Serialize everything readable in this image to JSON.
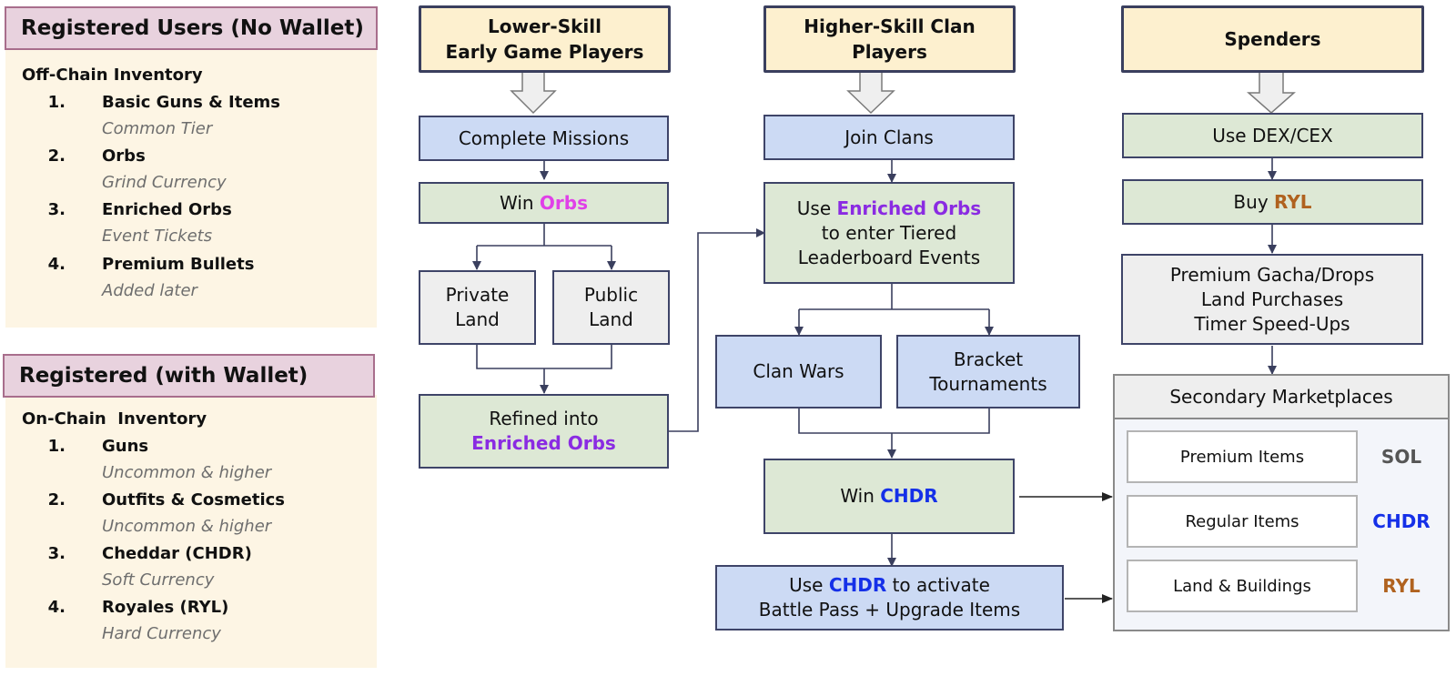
{
  "left_panels": [
    {
      "title": "Registered Users (No Wallet)",
      "section": "Off-Chain Inventory",
      "items": [
        {
          "num": "1.",
          "name": "Basic Guns & Items",
          "sub": "Common Tier"
        },
        {
          "num": "2.",
          "name": "Orbs",
          "sub": "Grind Currency"
        },
        {
          "num": "3.",
          "name": "Enriched Orbs",
          "sub": "Event Tickets"
        },
        {
          "num": "4.",
          "name": "Premium Bullets",
          "sub": "Added later"
        }
      ]
    },
    {
      "title": "Registered (with Wallet)",
      "section": "On-Chain  Inventory",
      "items": [
        {
          "num": "1.",
          "name": "Guns",
          "sub": "Uncommon & higher"
        },
        {
          "num": "2.",
          "name": "Outfits & Cosmetics",
          "sub": "Uncommon & higher"
        },
        {
          "num": "3.",
          "name": "Cheddar (CHDR)",
          "sub": "Soft Currency"
        },
        {
          "num": "4.",
          "name": "Royales (RYL)",
          "sub": "Hard Currency"
        }
      ]
    }
  ],
  "colors": {
    "orbs": "#e040e8",
    "enriched_orbs": "#8a2be2",
    "chdr": "#1530e8",
    "ryl": "#b0621f",
    "sol": "#555555"
  },
  "col1": {
    "header": [
      "Lower-Skill",
      "Early Game Players"
    ],
    "complete_missions": "Complete Missions",
    "win_orbs": {
      "pre": "Win ",
      "hl": "Orbs"
    },
    "private_land": [
      "Private",
      "Land"
    ],
    "public_land": [
      "Public",
      "Land"
    ],
    "refined": {
      "pre": "Refined into",
      "hl": "Enriched Orbs"
    }
  },
  "col2": {
    "header": [
      "Higher-Skill Clan",
      "Players"
    ],
    "join_clans": "Join Clans",
    "use_enriched": {
      "pre": "Use ",
      "hl": "Enriched Orbs",
      "line2": "to enter Tiered",
      "line3": "Leaderboard Events"
    },
    "clan_wars": "Clan Wars",
    "bracket": [
      "Bracket",
      "Tournaments"
    ],
    "win_chdr": {
      "pre": "Win ",
      "hl": "CHDR"
    },
    "use_chdr": {
      "pre": "Use ",
      "hl": "CHDR",
      "post": " to activate",
      "line2": "Battle Pass + Upgrade Items"
    }
  },
  "col3": {
    "header": "Spenders",
    "dex": "Use DEX/CEX",
    "buy_ryl": {
      "pre": "Buy ",
      "hl": "RYL"
    },
    "premium": [
      "Premium Gacha/Drops",
      "Land Purchases",
      "Timer Speed-Ups"
    ]
  },
  "marketplace": {
    "title": "Secondary Marketplaces",
    "items": [
      {
        "label": "Premium Items",
        "currency": "SOL"
      },
      {
        "label": "Regular Items",
        "currency": "CHDR"
      },
      {
        "label": "Land & Buildings",
        "currency": "RYL"
      }
    ]
  }
}
